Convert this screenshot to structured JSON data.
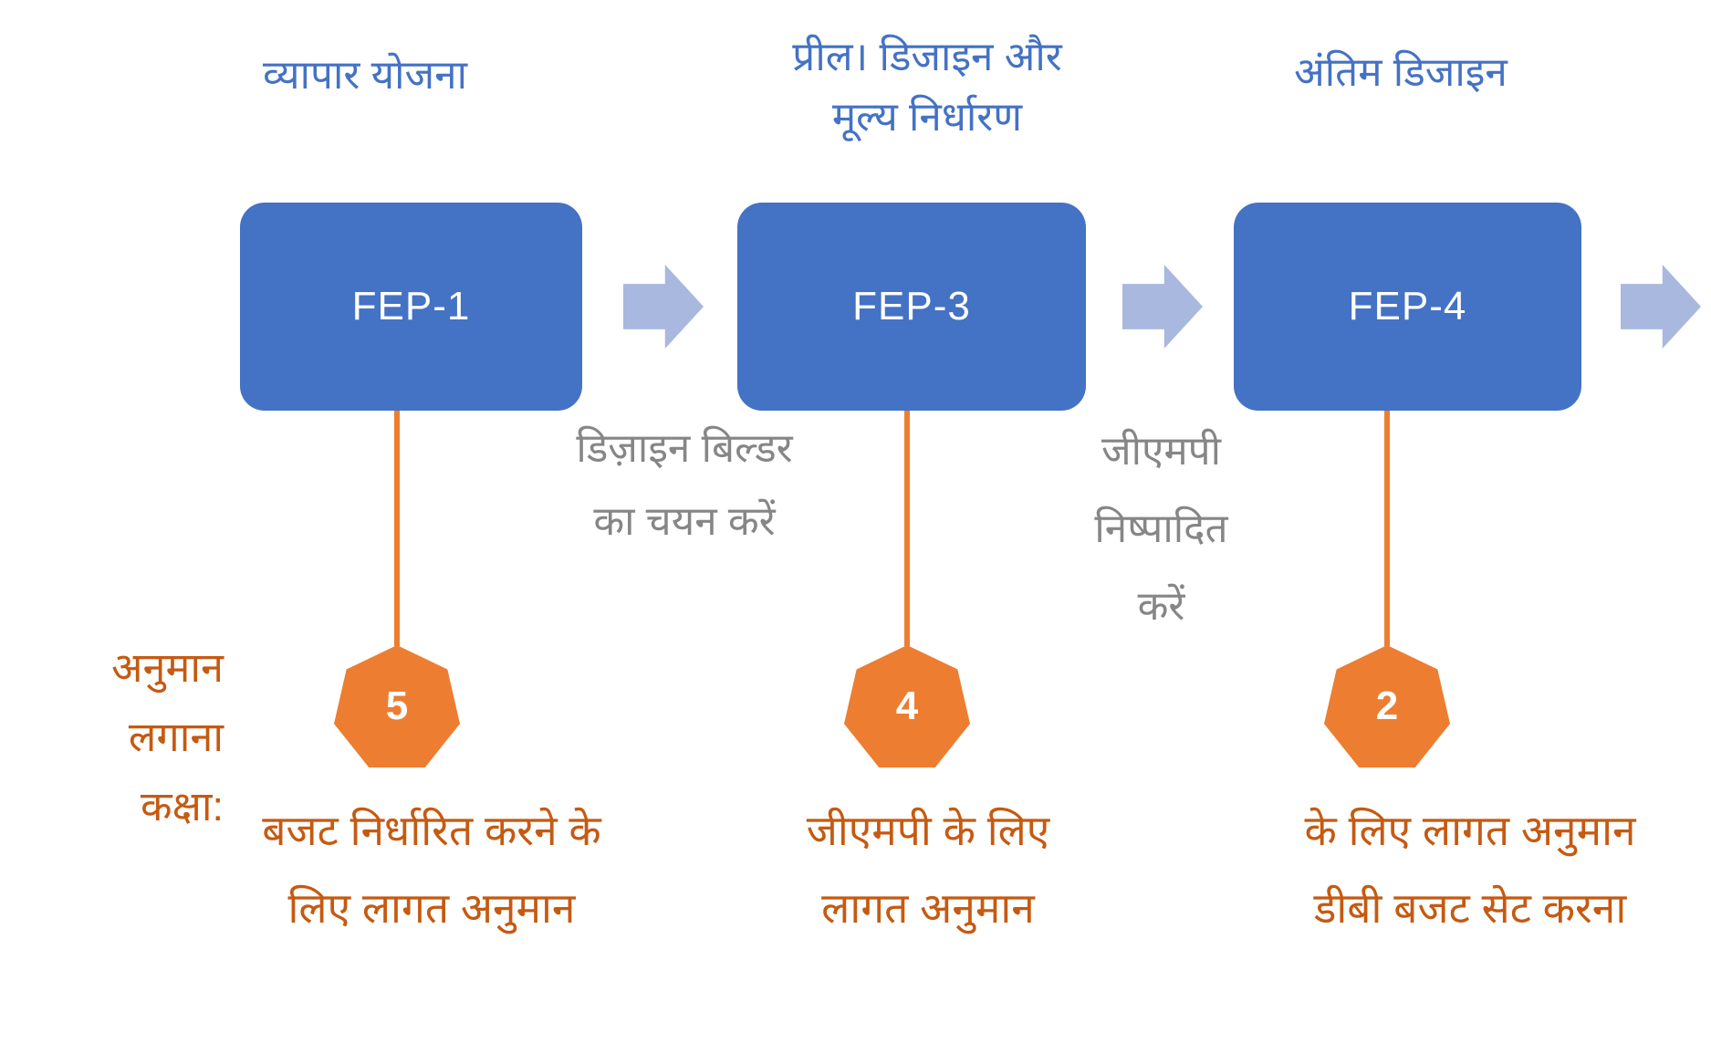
{
  "colors": {
    "box_fill": "#4472C4",
    "box_text": "#FFFFFF",
    "header_text": "#4472C4",
    "arrow_fill": "#A9B8DF",
    "connector": "#ED7D31",
    "badge_fill": "#ED7D31",
    "badge_text": "#FFFFFF",
    "note_text": "#868686",
    "caption_text": "#C55A11"
  },
  "side_label": {
    "lines": [
      "अनुमान",
      "लगाना",
      "कक्षा:"
    ]
  },
  "columns": [
    {
      "header_lines": [
        "व्यापार योजना"
      ],
      "box_label": "FEP-1",
      "badge": "5",
      "caption_lines": [
        "बजट निर्धारित करने के",
        "लिए लागत अनुमान"
      ]
    },
    {
      "header_lines": [
        "प्रील। डिजाइन और",
        "मूल्य निर्धारण"
      ],
      "box_label": "FEP-3",
      "badge": "4",
      "caption_lines": [
        "जीएमपी के लिए",
        "लागत अनुमान"
      ]
    },
    {
      "header_lines": [
        "अंतिम डिजाइन"
      ],
      "box_label": "FEP-4",
      "badge": "2",
      "caption_lines": [
        "के लिए लागत अनुमान",
        "डीबी बजट सेट करना"
      ]
    }
  ],
  "connector_notes": [
    {
      "lines": [
        "डिज़ाइन बिल्डर",
        "का चयन करें"
      ]
    },
    {
      "lines": [
        "जीएमपी",
        "निष्पादित",
        "करें"
      ]
    }
  ]
}
